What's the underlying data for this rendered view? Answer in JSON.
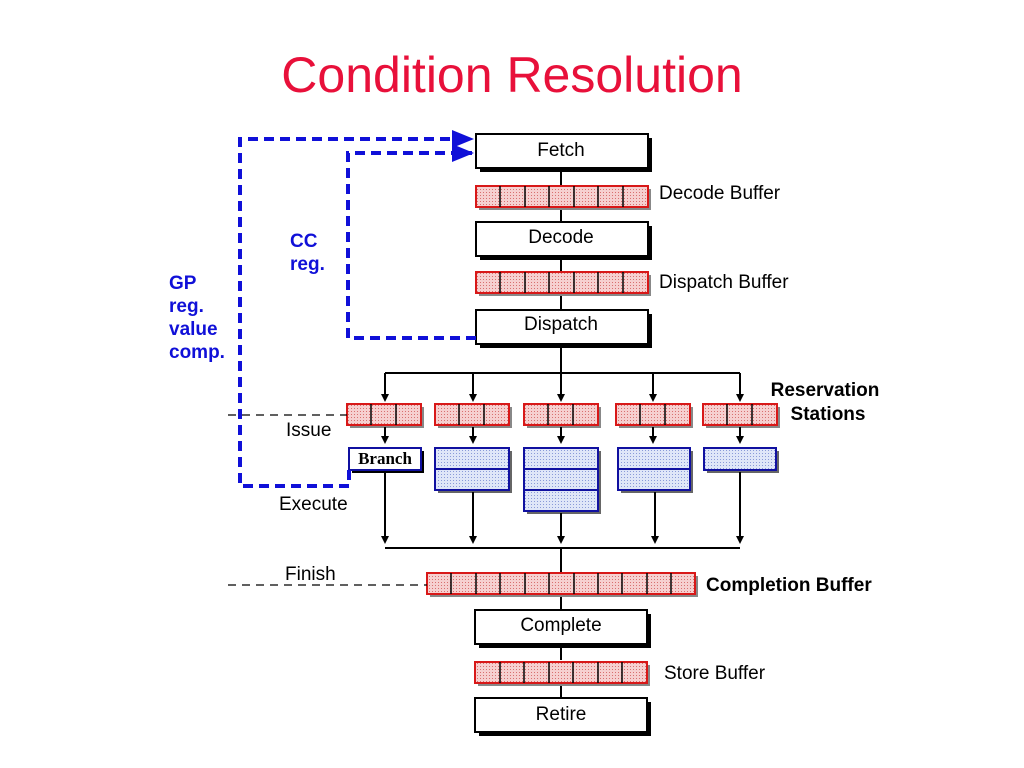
{
  "title": "Condition Resolution",
  "stages": {
    "fetch": "Fetch",
    "decode": "Decode",
    "dispatch": "Dispatch",
    "complete": "Complete",
    "retire": "Retire"
  },
  "buffers": {
    "decode": "Decode Buffer",
    "dispatch": "Dispatch Buffer",
    "completion": "Completion Buffer",
    "store": "Store Buffer"
  },
  "reservation": {
    "line1": "Reservation",
    "line2": "Stations"
  },
  "phases": {
    "issue": "Issue",
    "execute": "Execute",
    "finish": "Finish"
  },
  "units": {
    "branch": "Branch"
  },
  "feedback": {
    "cc_line1": "CC",
    "cc_line2": "reg.",
    "gp_line1": "GP",
    "gp_line2": "reg.",
    "gp_line3": "value",
    "gp_line4": "comp."
  },
  "colors": {
    "title": "#e8103a",
    "buffer_border": "#d81818",
    "buffer_fill": "#f4c0c0",
    "unit_border": "#1010a0",
    "unit_fill": "#c8d4f0",
    "feedback": "#1010d8"
  }
}
